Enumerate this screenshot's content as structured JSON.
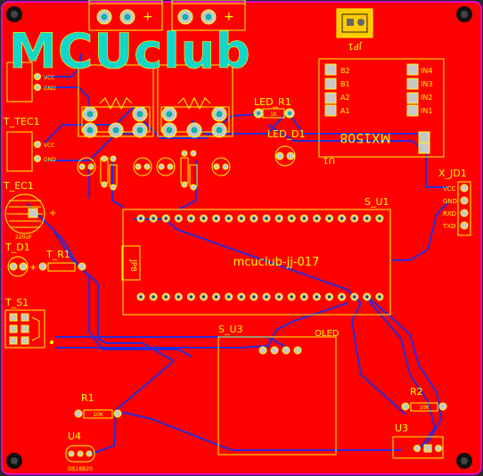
{
  "logo": {
    "text": "MCUclub"
  },
  "board": {
    "bg": "#ff0000",
    "silk": "#ffff00",
    "trace": "#2b2bd6",
    "pad_hole": "#0bb1a8"
  },
  "refdes": {
    "jp1": "JP1",
    "u1": "U1",
    "u1_chip": "MX1508",
    "u1_pins_left": [
      "B2",
      "B1",
      "A2",
      "A1"
    ],
    "u1_pins_right": [
      "IN4",
      "IN3",
      "IN2",
      "IN1"
    ],
    "led_r1": "LED_R1",
    "led_r1_val": "1K",
    "led_d1": "LED_D1",
    "x_jd1": "X_JD1",
    "x_jd1_pins": [
      "VCC",
      "GND",
      "RXD",
      "TXD"
    ],
    "t_tec1": "T_TEC1",
    "t_tec1_pins": [
      "VCC",
      "GND"
    ],
    "top_conn_pins": [
      "VCC",
      "GND"
    ],
    "t_ec1": "T_EC1",
    "t_ec1_val": "220uF",
    "t_d1": "T_D1",
    "t_r1": "T_R1",
    "t_s1": "T_S1",
    "s_u1": "S_U1",
    "s_u1_label": "mcuclub-jj-017",
    "jp8": "JP8",
    "s_u3": "S_U3",
    "oled": "OLED",
    "r1": "R1",
    "r1_val": "10K",
    "r2": "R2",
    "r2_val": "10K",
    "u3": "U3",
    "u4": "U4",
    "u4_val": "DS18B20"
  }
}
